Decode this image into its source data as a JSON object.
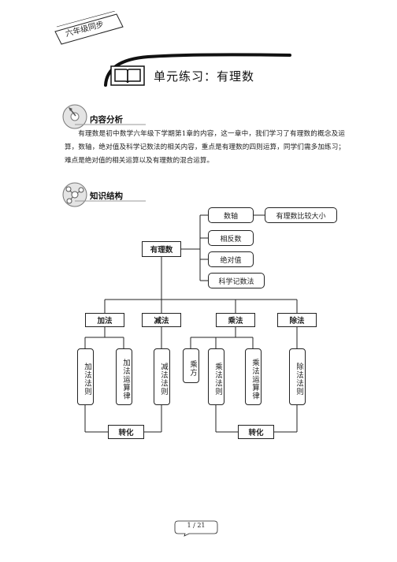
{
  "header": {
    "grade_tag": "六年级同步"
  },
  "title": {
    "text": "单元练习：有理数"
  },
  "section_content": {
    "label": "内容分析"
  },
  "intro": {
    "text": "有理数是初中数学六年级下学期第1章的内容，这一章中，我们学习了有理数的概念及运算，数轴，绝对值及科学记数法的相关内容，重点是有理数的四则运算，同学们需多加练习；难点是绝对值的相关运算以及有理数的混合运算。"
  },
  "section_structure": {
    "label": "知识结构"
  },
  "diagram": {
    "root": "有理数",
    "branches": [
      "数轴",
      "相反数",
      "绝对值",
      "科学记数法"
    ],
    "number_line_extra": "有理数比较大小",
    "operations": [
      "加法",
      "减法",
      "乘法",
      "除法"
    ],
    "leaves": {
      "add_rule": "加法法则",
      "add_law": "加法运算律",
      "sub_rule": "减法法则",
      "power": "乘方",
      "mul_rule": "乘法法则",
      "mul_law": "乘法运算律",
      "div_rule": "除法法则"
    },
    "convert_left": "转化",
    "convert_right": "转化"
  },
  "footer": {
    "page": "1 / 21"
  }
}
